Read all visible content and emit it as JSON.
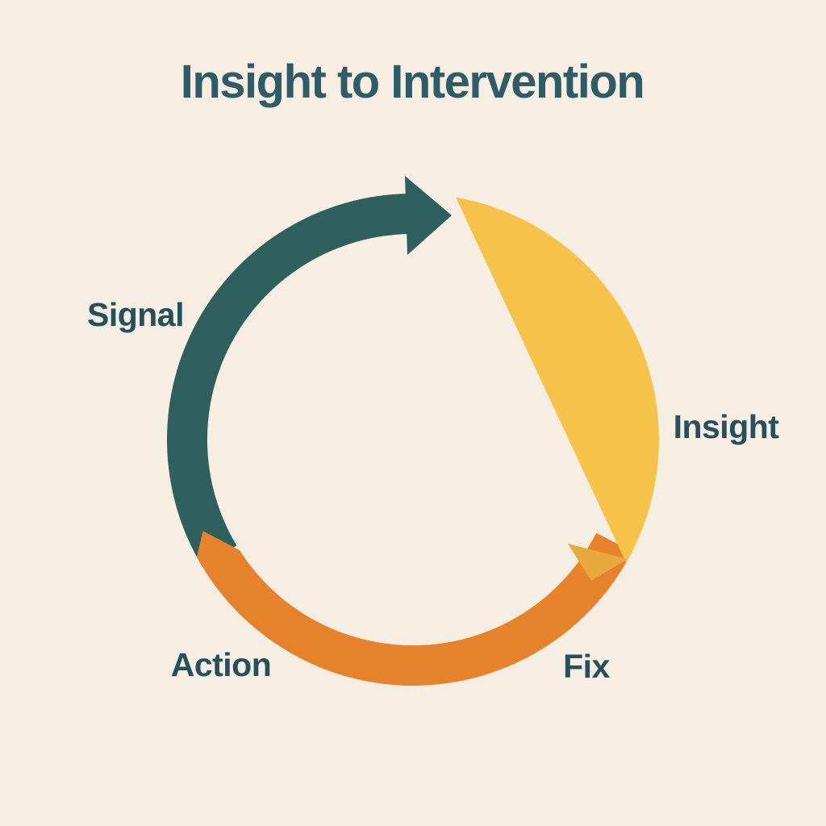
{
  "title": "Insight to Intervention",
  "colors": {
    "background": "#f7efe4",
    "title_text": "#2d5a64",
    "label_text": "#234e58",
    "teal": "#2c5e5b",
    "yellow": "#f7c348",
    "yellow_dark": "#e9a93d",
    "orange": "#e8812a"
  },
  "cycle": {
    "type": "cycle-diagram",
    "direction": "clockwise",
    "labels": [
      {
        "text": "Signal",
        "position": "upper-left"
      },
      {
        "text": "Insight",
        "position": "right"
      },
      {
        "text": "Fix",
        "position": "lower-right"
      },
      {
        "text": "Action",
        "position": "lower-left"
      }
    ],
    "segments": [
      {
        "name": "signal-arc",
        "color": "#2c5e5b",
        "from_deg": 239,
        "to_deg": 359,
        "head": "arrowhead",
        "tail": "flat"
      },
      {
        "name": "insight-arc",
        "color": "#f7c348",
        "from_deg": 10,
        "to_deg": 120,
        "head": "point",
        "tail": "notch",
        "notch_deg": 14.5,
        "notch_r": 277
      },
      {
        "name": "action-arc",
        "color": "#e8812a",
        "from_deg": 117,
        "to_deg": 241.5,
        "head": "point",
        "tail": "flat",
        "tip_deg": 246.5,
        "tip_r": 284,
        "inner_end_deg": 237.5
      }
    ]
  }
}
